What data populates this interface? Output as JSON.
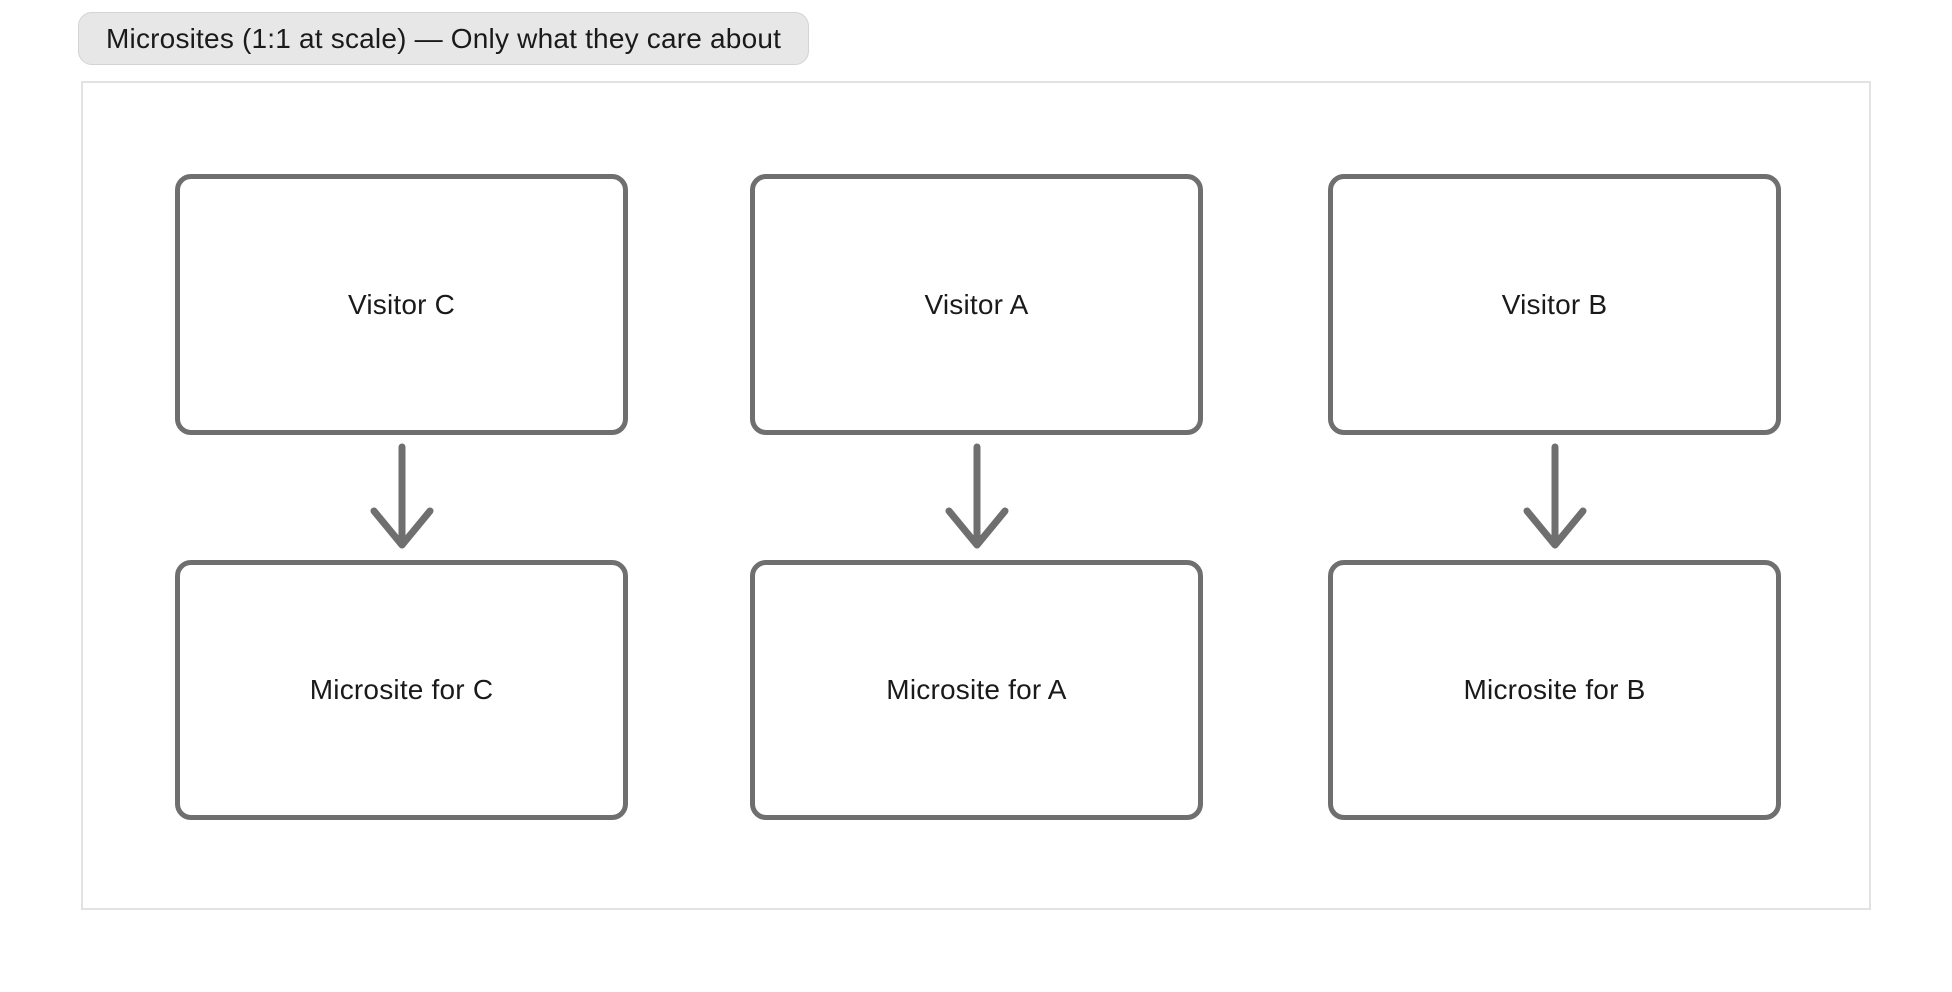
{
  "figure": {
    "title": "Microsites (1:1 at scale) — Only what they care about"
  },
  "diagram": {
    "type": "flow",
    "columns": [
      {
        "source": "Visitor C",
        "target": "Microsite for C"
      },
      {
        "source": "Visitor A",
        "target": "Microsite for A"
      },
      {
        "source": "Visitor B",
        "target": "Microsite for B"
      }
    ],
    "arrow_direction": "down",
    "colors": {
      "node_border": "#6f6f6f",
      "node_fill": "#ffffff",
      "arrow": "#6f6f6f",
      "text": "#1a1a1a",
      "label_bg": "#e7e7e7",
      "label_border": "#d3d3d3",
      "canvas_border": "#e2e2e2",
      "page_bg": "#ffffff"
    }
  }
}
